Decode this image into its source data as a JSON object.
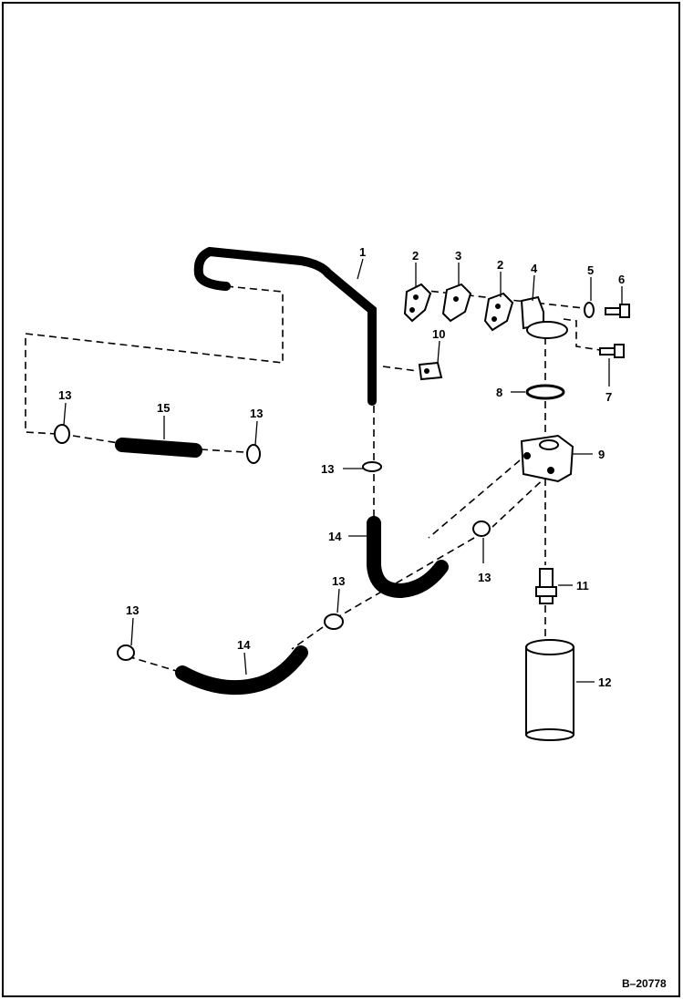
{
  "figure_id": "B–20778",
  "callouts": {
    "c1": "1",
    "c2a": "2",
    "c3": "3",
    "c2b": "2",
    "c4": "4",
    "c5": "5",
    "c6": "6",
    "c7": "7",
    "c8": "8",
    "c9": "9",
    "c10": "10",
    "c11": "11",
    "c12": "12",
    "c13a": "13",
    "c13b": "13",
    "c13c": "13",
    "c13d": "13",
    "c13e": "13",
    "c13f": "13",
    "c14a": "14",
    "c14b": "14",
    "c15": "15"
  }
}
